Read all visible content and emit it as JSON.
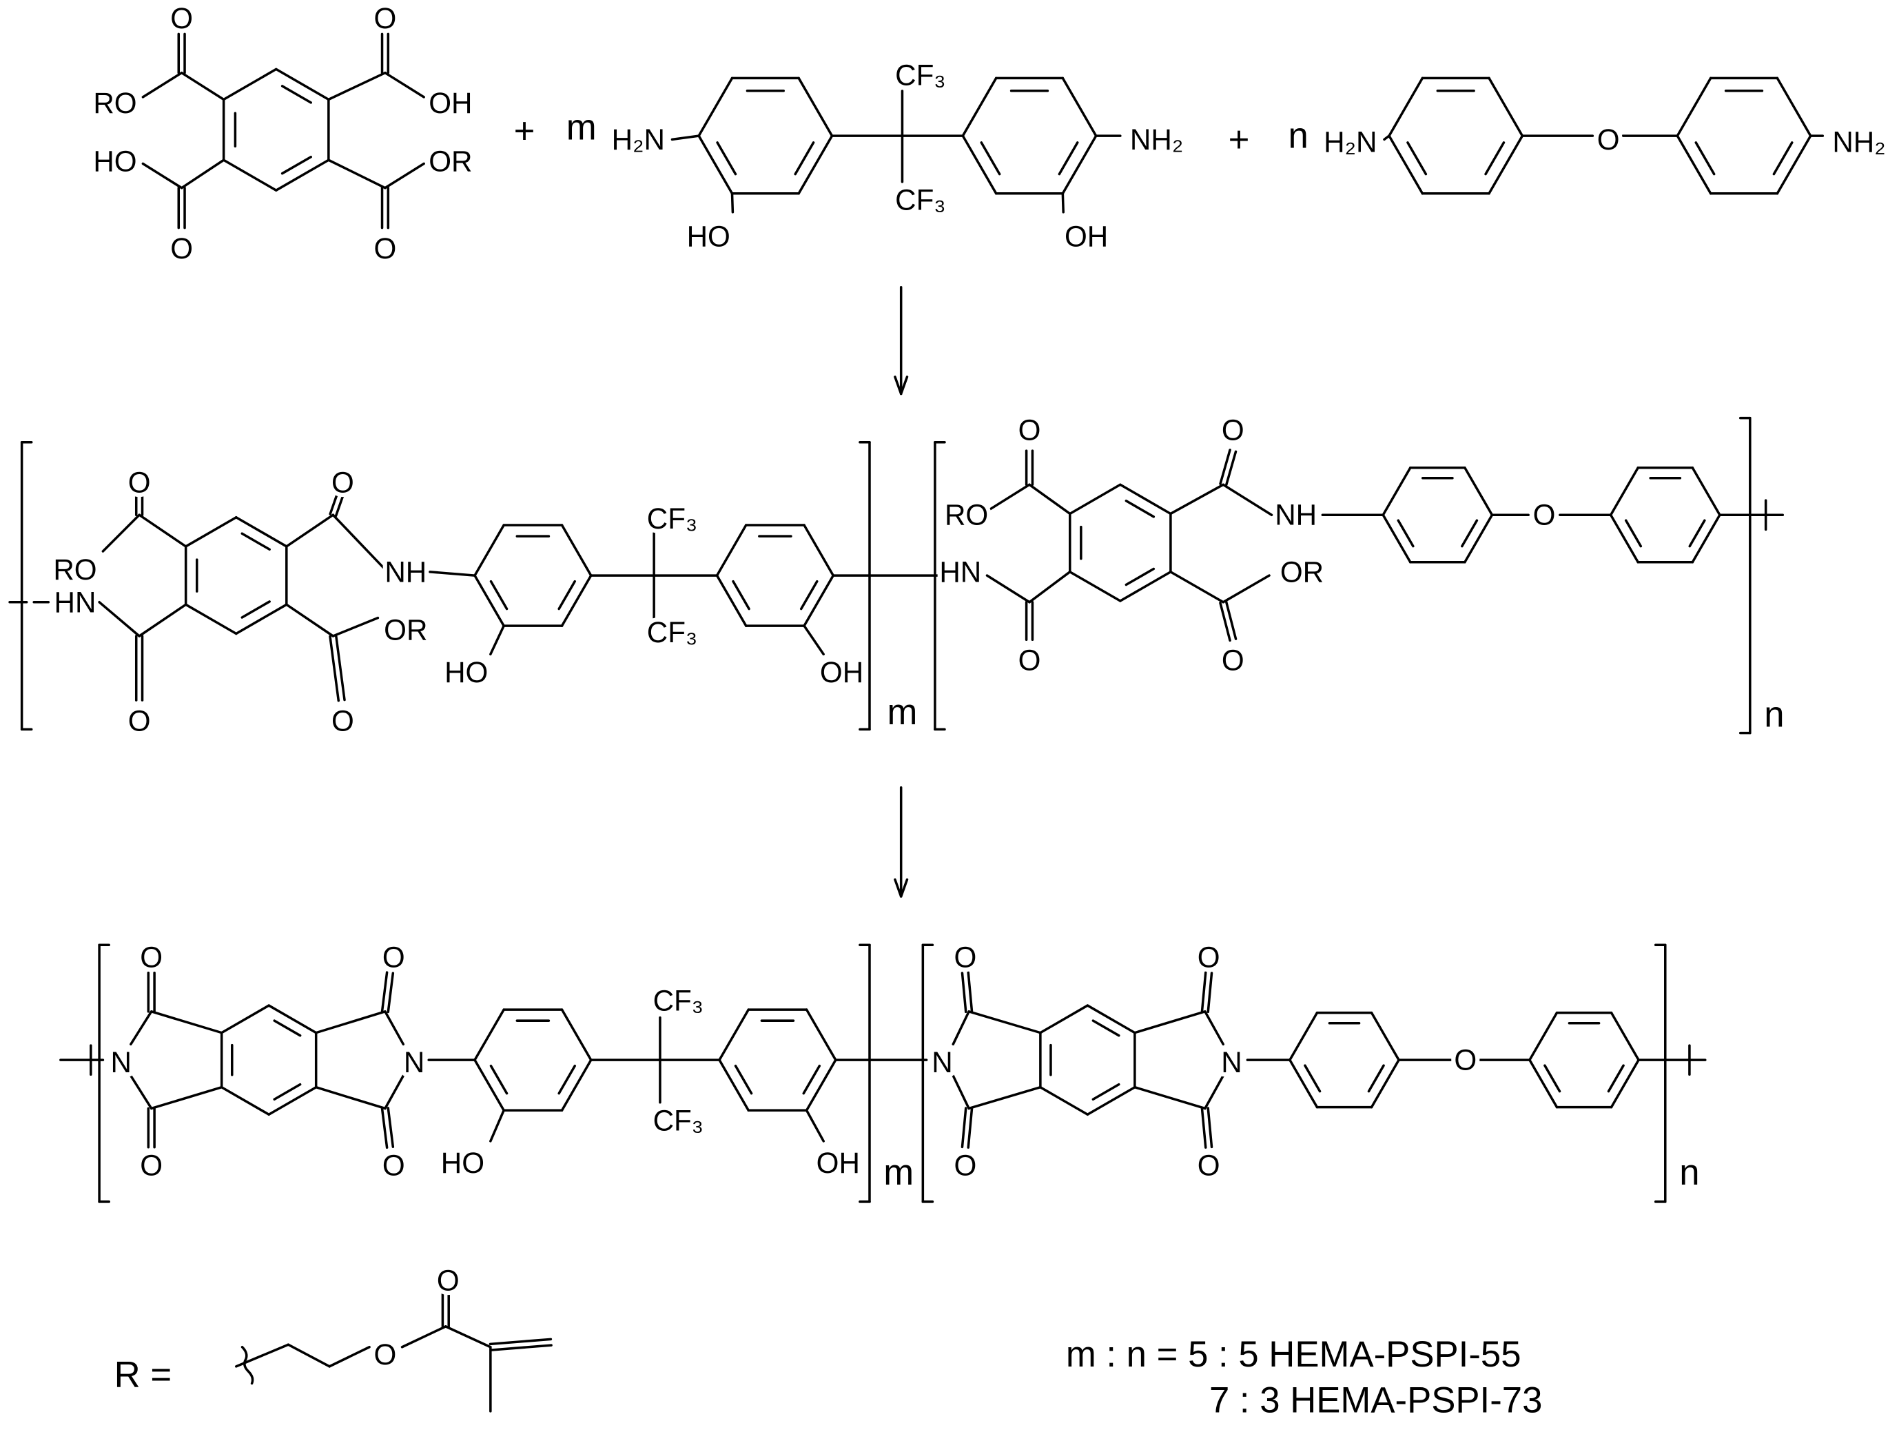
{
  "labels": {
    "RO": "RO",
    "OR": "OR",
    "OH": "OH",
    "HO": "HO",
    "O": "O",
    "plus": "+",
    "m": "m",
    "n": "n",
    "H2N": "H₂N",
    "NH2": "NH₂",
    "CF3": "CF₃",
    "HN": "HN",
    "NH": "NH",
    "N": "N"
  },
  "legend": {
    "r_def": "R =",
    "ratio_55": "m : n = 5 : 5 HEMA-PSPI-55",
    "ratio_73": "7 : 3 HEMA-PSPI-73"
  }
}
